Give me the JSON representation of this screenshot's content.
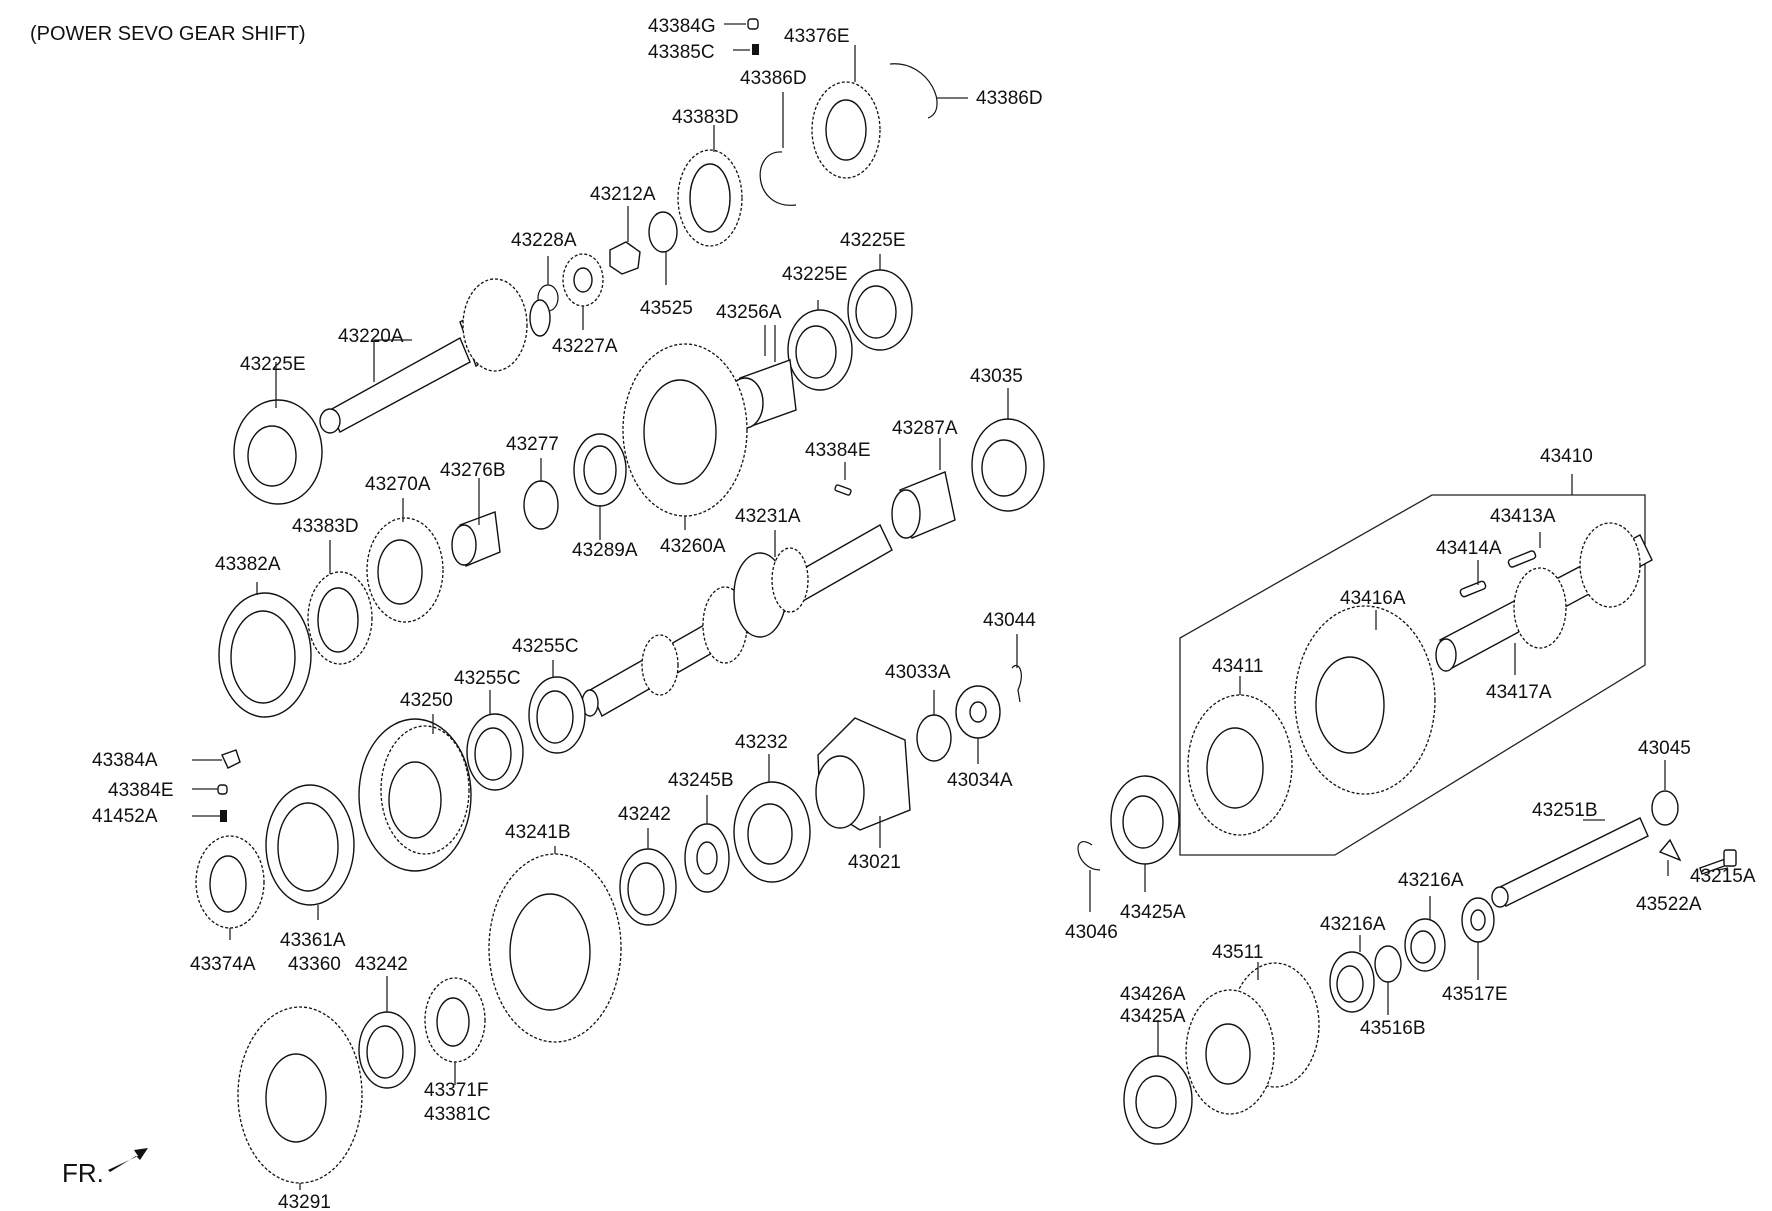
{
  "header": "(POWER SEVO GEAR SHIFT)",
  "direction_marker": "FR.",
  "labels": {
    "p43384G": "43384G",
    "p43385C": "43385C",
    "p43376E": "43376E",
    "p43386D_a": "43386D",
    "p43386D_b": "43386D",
    "p43383D_a": "43383D",
    "p43212A": "43212A",
    "p43228A": "43228A",
    "p43225E_a": "43225E",
    "p43225E_b": "43225E",
    "p43225E_c": "43225E",
    "p43525": "43525",
    "p43227A": "43227A",
    "p43256A": "43256A",
    "p43220A": "43220A",
    "p43035": "43035",
    "p43287A": "43287A",
    "p43384E_a": "43384E",
    "p43277": "43277",
    "p43276B": "43276B",
    "p43270A": "43270A",
    "p43289A": "43289A",
    "p43260A": "43260A",
    "p43231A": "43231A",
    "p43383D_b": "43383D",
    "p43382A": "43382A",
    "p43255C_a": "43255C",
    "p43255C_b": "43255C",
    "p43250": "43250",
    "p43044": "43044",
    "p43033A": "43033A",
    "p43034A": "43034A",
    "p43232": "43232",
    "p43245B": "43245B",
    "p43242_a": "43242",
    "p43021": "43021",
    "p43384A": "43384A",
    "p43384E_b": "43384E",
    "p41452A": "41452A",
    "p43241B": "43241B",
    "p43361A": "43361A",
    "p43360": "43360",
    "p43374A": "43374A",
    "p43242_b": "43242",
    "p43371F": "43371F",
    "p43381C": "43381C",
    "p43291": "43291",
    "p43410": "43410",
    "p43413A": "43413A",
    "p43414A": "43414A",
    "p43416A": "43416A",
    "p43411": "43411",
    "p43417A": "43417A",
    "p43045": "43045",
    "p43251B": "43251B",
    "p43215A": "43215A",
    "p43522A": "43522A",
    "p43216A_a": "43216A",
    "p43216A_b": "43216A",
    "p43425A_a": "43425A",
    "p43046": "43046",
    "p43511": "43511",
    "p43516B": "43516B",
    "p43517E": "43517E",
    "p43426A": "43426A",
    "p43425A_b": "43425A"
  }
}
